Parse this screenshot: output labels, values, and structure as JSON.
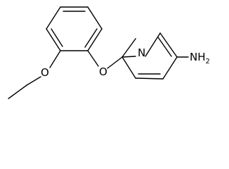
{
  "structure": {
    "atoms": {
      "oxygen_ether": "O",
      "oxygen_bridge": "O",
      "nitrogen_ring": "N",
      "amine_group": "NH",
      "amine_subscript": "2"
    }
  }
}
